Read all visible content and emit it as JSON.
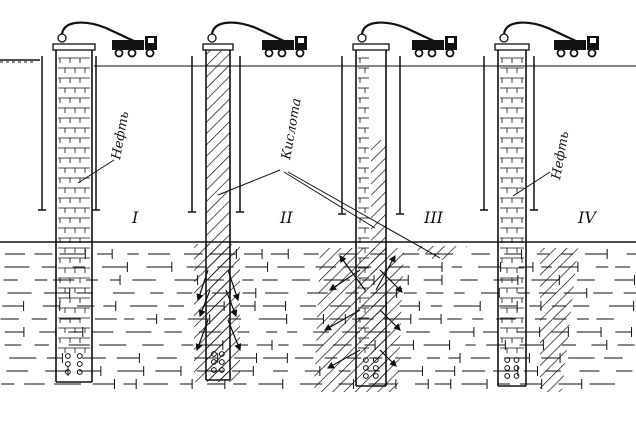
{
  "diagram": {
    "labels": {
      "oil_left": "Нефть",
      "acid": "Кислота",
      "oil_right": "Нефть"
    },
    "stages": [
      "I",
      "II",
      "III",
      "IV"
    ],
    "icons": {
      "truck": "tanker-truck-icon",
      "wellhead": "wellhead-icon",
      "perforation": "perforation-icon"
    },
    "colors": {
      "ink": "#111111",
      "paper": "#ffffff"
    }
  }
}
